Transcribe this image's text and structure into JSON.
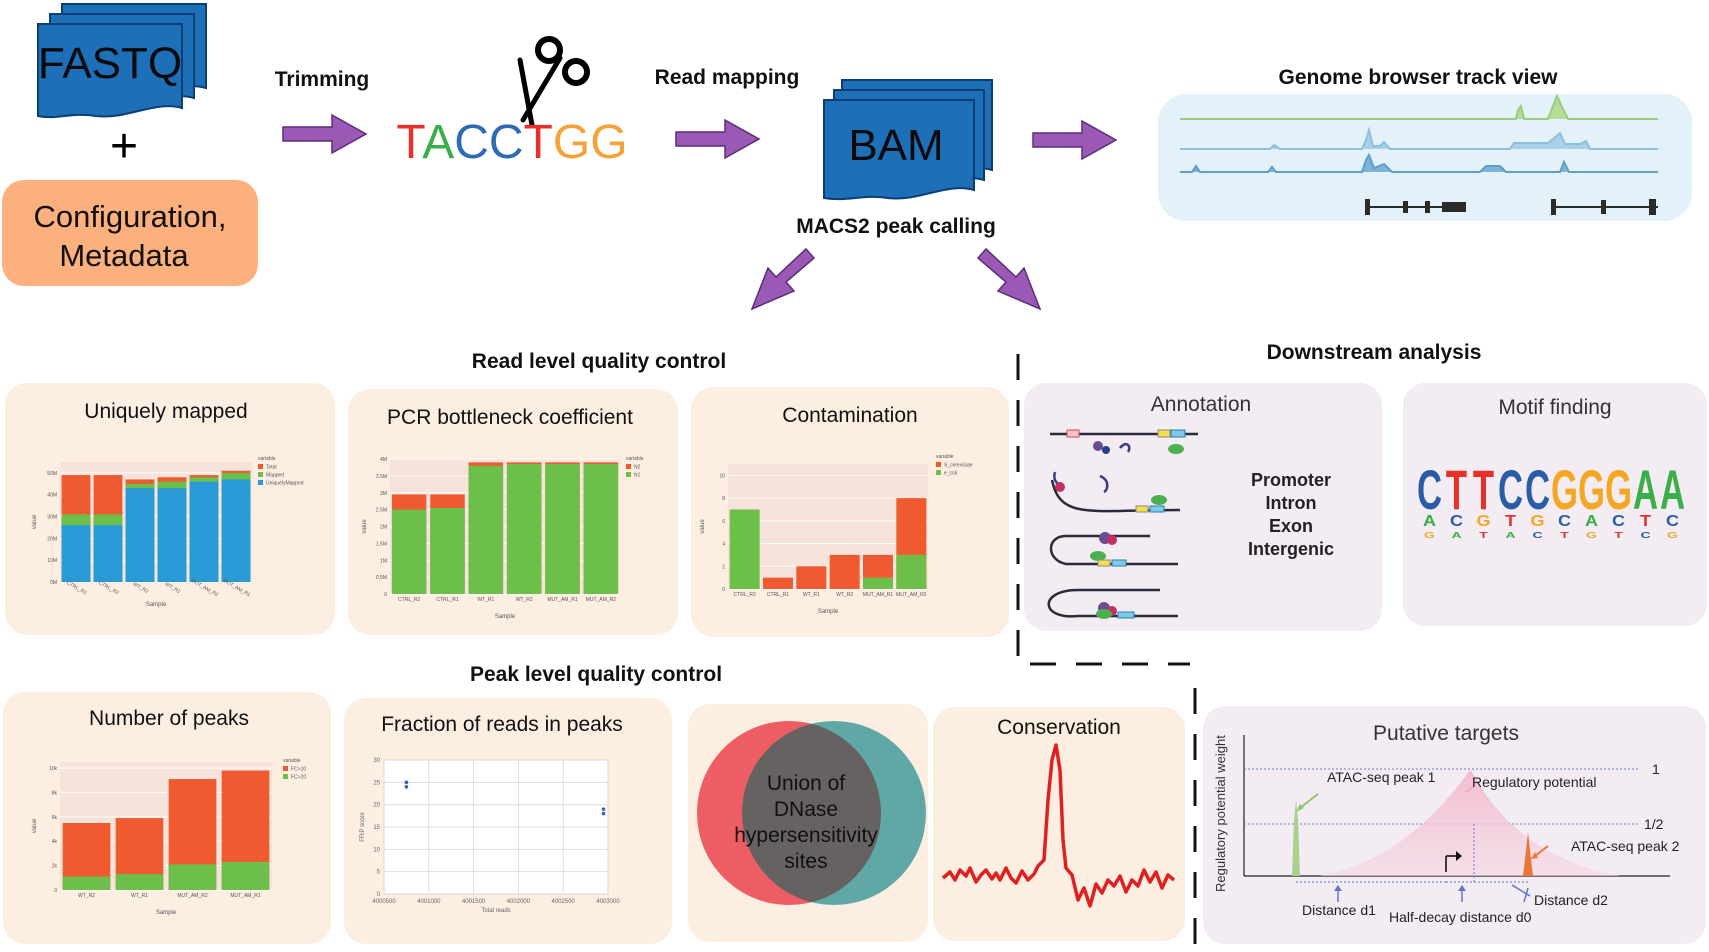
{
  "pipeline": {
    "fastq": "FASTQ",
    "plus": "+",
    "config_line1": "Configuration,",
    "config_line2": "Metadata",
    "trimming": "Trimming",
    "sequence": [
      "T",
      "A",
      "C",
      "C",
      "T",
      "G",
      "G"
    ],
    "sequence_colors": [
      "#e8302b",
      "#3aae49",
      "#2d6cb5",
      "#2d6cb5",
      "#e8302b",
      "#f5a23a",
      "#f5a23a"
    ],
    "read_mapping": "Read mapping",
    "bam": "BAM",
    "macs2": "MACS2 peak calling",
    "genome_browser": "Genome browser track view"
  },
  "sections": {
    "read_qc": "Read level quality control",
    "peak_qc": "Peak level quality control",
    "downstream": "Downstream analysis"
  },
  "panels": {
    "uniquely_mapped": "Uniquely mapped",
    "pcr": "PCR bottleneck coefficient",
    "contamination": "Contamination",
    "annotation": "Annotation",
    "motif": "Motif finding",
    "number_peaks": "Number of peaks",
    "frip": "Fraction of reads in peaks",
    "conservation": "Conservation",
    "targets": "Putative targets"
  },
  "annotation_terms": [
    "Promoter",
    "Intron",
    "Exon",
    "Intergenic"
  ],
  "venn_lines": [
    "Union of",
    "DNase",
    "hypersensitivity",
    "sites"
  ],
  "motif_letters": [
    "C",
    "T",
    "T",
    "C",
    "C",
    "G",
    "G",
    "G",
    "A",
    "A"
  ],
  "motif_colors": {
    "A": "#3aae49",
    "C": "#2a5da8",
    "G": "#f5a623",
    "T": "#e8302b"
  },
  "targets": {
    "ylabel": "Regulatory potential weight",
    "one": "1",
    "half": "1/2",
    "peak1": "ATAC-seq peak 1",
    "peak2": "ATAC-seq peak 2",
    "reg_potential": "Regulatory potential",
    "d1": "Distance d1",
    "d2": "Distance d2",
    "d0": "Half-decay distance d0"
  },
  "chart_data": [
    {
      "id": "uniquely_mapped",
      "type": "bar",
      "categories": [
        "CTRL_R1",
        "CTRL_R2",
        "WT_R2",
        "WT_R1",
        "MUT_AM_R2",
        "MUT_AM_R1"
      ],
      "series": [
        {
          "name": "Total",
          "values": [
            49,
            49,
            47,
            48,
            49,
            51
          ],
          "color": "#f05a30"
        },
        {
          "name": "Mapped",
          "values": [
            31,
            31,
            45,
            46,
            48,
            50
          ],
          "color": "#6cc04a"
        },
        {
          "name": "UniquelyMapped",
          "values": [
            26,
            26,
            43,
            43,
            46,
            47
          ],
          "color": "#2a9ad6"
        }
      ],
      "legend_title": "variable",
      "xlabel": "Sample",
      "ylabel": "value",
      "yticks": [
        "0M",
        "10M",
        "20M",
        "30M",
        "40M",
        "50M"
      ],
      "ylim": [
        0,
        55
      ]
    },
    {
      "id": "pcr",
      "type": "bar",
      "categories": [
        "CTRL_R2",
        "CTRL_R1",
        "WT_R1",
        "WT_R2",
        "MUT_AM_R1",
        "MUT_AM_R2"
      ],
      "series": [
        {
          "name": "N2",
          "values": [
            2.95,
            2.95,
            3.9,
            3.9,
            3.9,
            3.9
          ],
          "color": "#f05a30"
        },
        {
          "name": "N1",
          "values": [
            2.5,
            2.55,
            3.8,
            3.85,
            3.85,
            3.85
          ],
          "color": "#6cc04a"
        }
      ],
      "legend_title": "variable",
      "xlabel": "Sample",
      "ylabel": "value",
      "yticks": [
        "0",
        "0.5M",
        "1M",
        "1.5M",
        "2M",
        "2.5M",
        "3M",
        "3.5M",
        "4M"
      ],
      "ylim": [
        0,
        4
      ]
    },
    {
      "id": "contamination",
      "type": "bar",
      "categories": [
        "CTRL_R2",
        "CTRL_R1",
        "WT_R1",
        "WT_R2",
        "MUT_AM_R1",
        "MUT_AM_R2"
      ],
      "series": [
        {
          "name": "S_cerevisiae",
          "values": [
            0,
            1,
            2,
            3,
            3,
            8
          ],
          "color": "#f05a30"
        },
        {
          "name": "e_coli",
          "values": [
            7,
            0,
            0,
            0,
            1,
            3
          ],
          "color": "#6cc04a"
        }
      ],
      "legend_title": "variable",
      "xlabel": "Sample",
      "ylabel": "value",
      "yticks": [
        "0",
        "2",
        "4",
        "6",
        "8",
        "10"
      ],
      "ylim": [
        0,
        11
      ]
    },
    {
      "id": "number_peaks",
      "type": "bar",
      "categories": [
        "WT_R2",
        "WT_R1",
        "MUT_AM_R2",
        "MUT_AM_R1"
      ],
      "series": [
        {
          "name": "FC>10",
          "values": [
            5.5,
            5.9,
            9.1,
            9.8
          ],
          "color": "#f05a30"
        },
        {
          "name": "FC>20",
          "values": [
            1.1,
            1.3,
            2.1,
            2.3
          ],
          "color": "#6cc04a"
        }
      ],
      "legend_title": "variable",
      "xlabel": "Sample",
      "ylabel": "value",
      "yticks": [
        "0",
        "2k",
        "4k",
        "6k",
        "8k",
        "10k"
      ],
      "ylim": [
        0,
        10.5
      ]
    },
    {
      "id": "frip",
      "type": "scatter",
      "points": [
        [
          4000750,
          25
        ],
        [
          4000750,
          24
        ],
        [
          4002950,
          19
        ],
        [
          4002950,
          18
        ]
      ],
      "xlabel": "Total reads",
      "ylabel": "FRiP score",
      "xticks": [
        "4000500",
        "4001000",
        "4001500",
        "4002000",
        "4002500",
        "4003000"
      ],
      "yticks": [
        "0",
        "5",
        "10",
        "15",
        "20",
        "25",
        "30"
      ],
      "xlim": [
        4000500,
        4003000
      ],
      "ylim": [
        0,
        30
      ]
    }
  ]
}
